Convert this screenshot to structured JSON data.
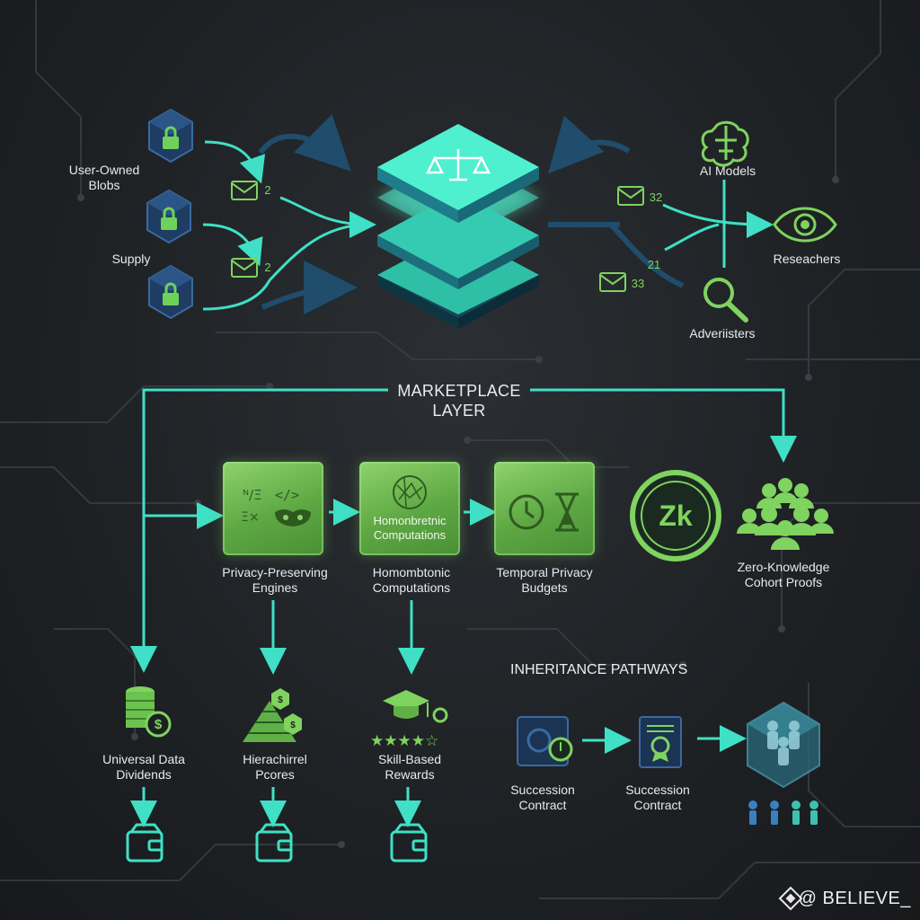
{
  "supply": {
    "blobs_label_line1": "User-Owned",
    "blobs_label_line2": "Blobs",
    "supply_label": "Supply",
    "msg_badges": [
      "2",
      "2"
    ]
  },
  "demand": {
    "ai_models": "AI Models",
    "researchers": "Reseachers",
    "advertisers": "Adveriisters",
    "msg_badges": [
      "32",
      "21",
      "33"
    ]
  },
  "marketplace": {
    "title_line1": "MARKETPLACE",
    "title_line2": "LAYER"
  },
  "engines": [
    {
      "card_text_line1": "",
      "card_text_line2": "",
      "label_line1": "Privacy-Preserving",
      "label_line2": "Engines"
    },
    {
      "card_text_line1": "Homonbretnic",
      "card_text_line2": "Computations",
      "label_line1": "Homombtonic",
      "label_line2": "Computations"
    },
    {
      "card_text_line1": "",
      "card_text_line2": "",
      "label_line1": "Temporal Privacy",
      "label_line2": "Budgets"
    }
  ],
  "zk": {
    "badge_text": "Zk",
    "label_line1": "Zero-Knowledge",
    "label_line2": "Cohort Proofs"
  },
  "rewards": [
    {
      "label_line1": "Universal Data",
      "label_line2": "Dividends"
    },
    {
      "label_line1": "Hierachirrel",
      "label_line2": "Pcores"
    },
    {
      "label_line1": "Skill-Based",
      "label_line2": "Rewards"
    }
  ],
  "inheritance": {
    "heading": "INHERITANCE PATHWAYS",
    "steps": [
      {
        "label_line1": "Succession",
        "label_line2": "Contract"
      },
      {
        "label_line1": "Succession",
        "label_line2": "Contract"
      }
    ]
  },
  "watermark": "@ BELIEVE_",
  "colors": {
    "accent_teal": "#3fe0c5",
    "accent_green": "#7fd35f",
    "background": "#1e2124"
  }
}
